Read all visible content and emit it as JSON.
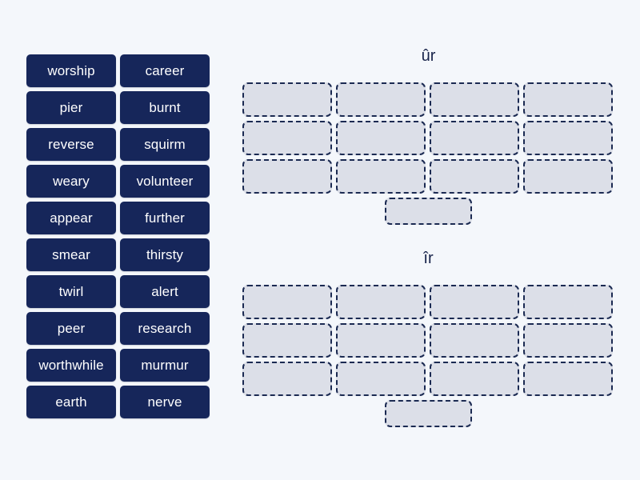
{
  "activity": {
    "type": "word-sort-drag-and-drop",
    "background_color": "#f4f7fb",
    "tile_color": "#16265a",
    "tile_text_color": "#ffffff",
    "slot_fill_color": "#dcdfe8",
    "slot_border_color": "#1b2a52"
  },
  "word_bank": {
    "tiles": [
      {
        "label": "worship"
      },
      {
        "label": "career"
      },
      {
        "label": "pier"
      },
      {
        "label": "burnt"
      },
      {
        "label": "reverse"
      },
      {
        "label": "squirm"
      },
      {
        "label": "weary"
      },
      {
        "label": "volunteer"
      },
      {
        "label": "appear"
      },
      {
        "label": "further"
      },
      {
        "label": "smear"
      },
      {
        "label": "thirsty"
      },
      {
        "label": "twirl"
      },
      {
        "label": "alert"
      },
      {
        "label": "peer"
      },
      {
        "label": "research"
      },
      {
        "label": "worthwhile"
      },
      {
        "label": "murmur"
      },
      {
        "label": "earth"
      },
      {
        "label": "nerve"
      }
    ]
  },
  "groups": [
    {
      "id": "ur",
      "title": "ûr",
      "grid_columns": 4,
      "grid_rows": 3,
      "slots": [
        "",
        "",
        "",
        "",
        "",
        "",
        "",
        "",
        "",
        "",
        "",
        ""
      ],
      "extra_slots": [
        ""
      ]
    },
    {
      "id": "ir",
      "title": "îr",
      "grid_columns": 4,
      "grid_rows": 3,
      "slots": [
        "",
        "",
        "",
        "",
        "",
        "",
        "",
        "",
        "",
        "",
        "",
        ""
      ],
      "extra_slots": [
        ""
      ]
    }
  ]
}
